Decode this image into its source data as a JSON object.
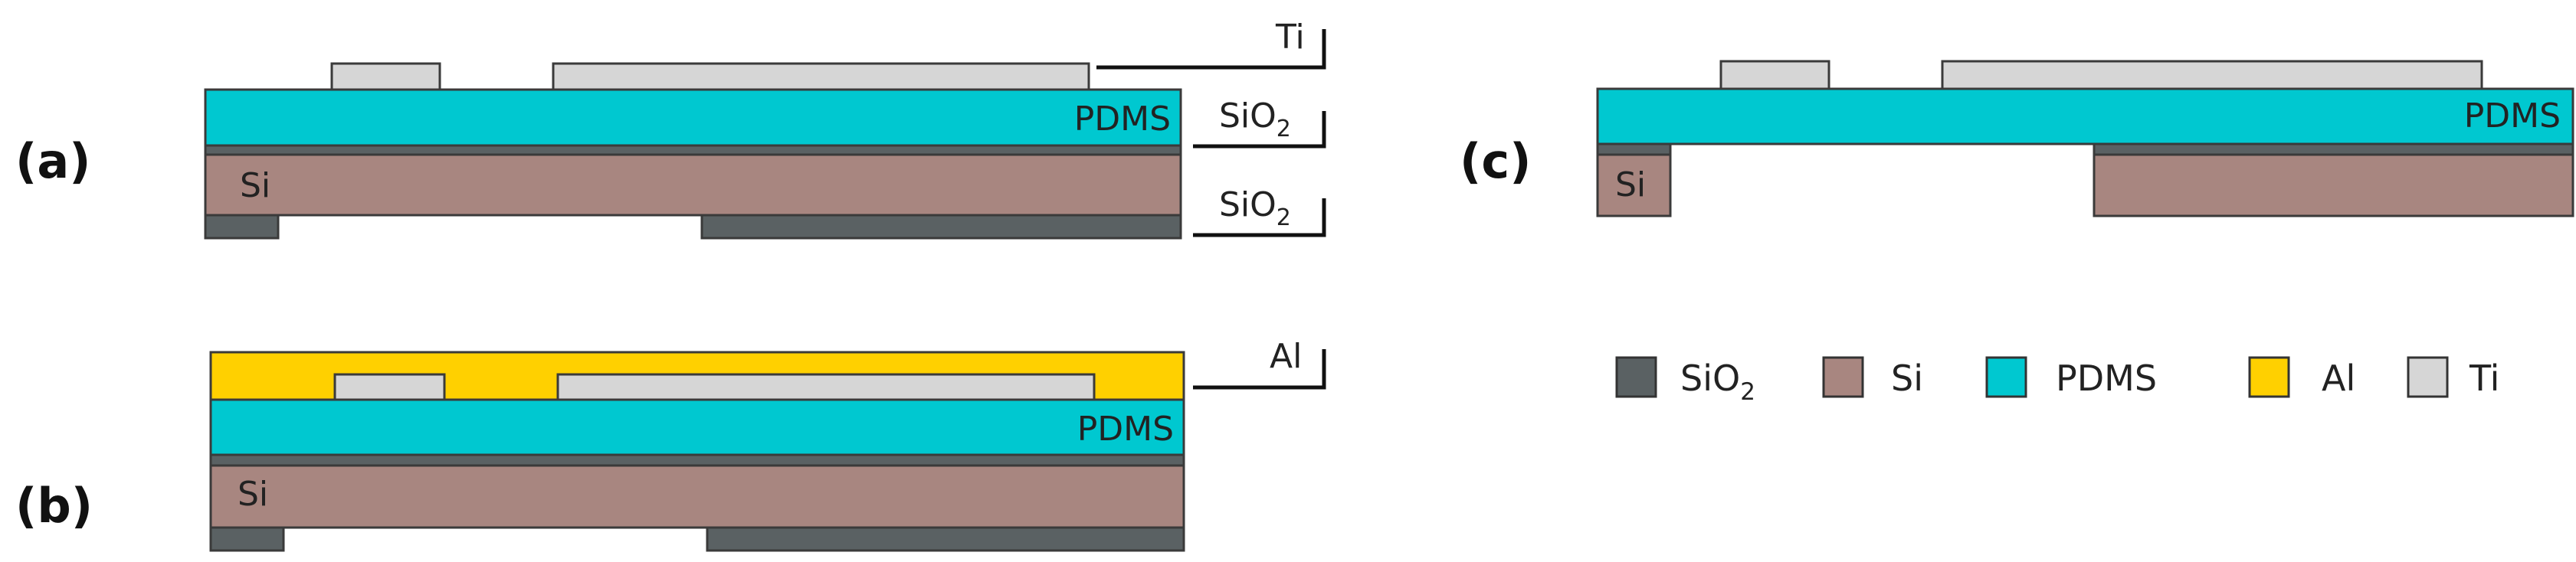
{
  "panels": {
    "a": "(a)",
    "b": "(b)",
    "c": "(c)"
  },
  "layer_labels": {
    "pdms": "PDMS",
    "si": "Si",
    "sio2_base": "SiO",
    "sio2_sub": "2",
    "ti": "Ti",
    "al": "Al"
  },
  "legend": [
    {
      "key": "sio2",
      "label": "SiO",
      "sub": "2",
      "color": "#5a6163"
    },
    {
      "key": "si",
      "label": "Si",
      "sub": "",
      "color": "#a88680"
    },
    {
      "key": "pdms",
      "label": "PDMS",
      "sub": "",
      "color": "#00c8d0"
    },
    {
      "key": "al",
      "label": "Al",
      "sub": "",
      "color": "#ffd000"
    },
    {
      "key": "ti",
      "label": "Ti",
      "sub": "",
      "color": "#d6d6d6"
    }
  ]
}
